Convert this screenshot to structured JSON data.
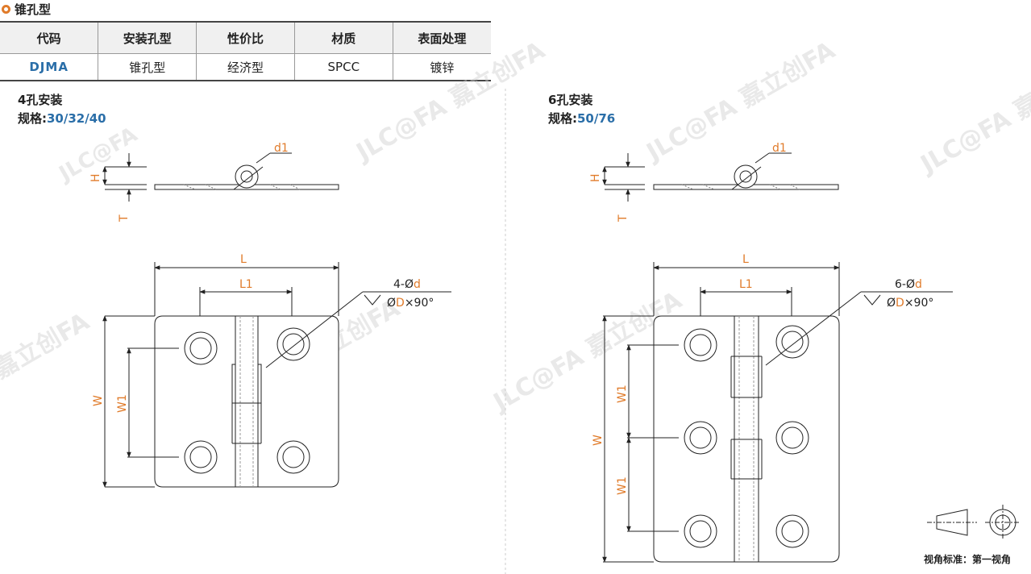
{
  "title": "锥孔型",
  "table": {
    "headers": [
      "代码",
      "安装孔型",
      "性价比",
      "材质",
      "表面处理"
    ],
    "row": [
      "DJMA",
      "锥孔型",
      "经济型",
      "SPCC",
      "镀锌"
    ]
  },
  "left_view": {
    "install": "4孔安装",
    "spec_label": "规格:",
    "spec_values": "30/32/40",
    "labels": {
      "d1": "d1",
      "H": "H",
      "T": "T",
      "L": "L",
      "L1": "L1",
      "W": "W",
      "W1": "W1"
    },
    "hole_note_count": "4-",
    "hole_note_d": "d",
    "countersink": "D",
    "angle": "×90°"
  },
  "right_view": {
    "install": "6孔安装",
    "spec_label": "规格:",
    "spec_values": "50/76",
    "labels": {
      "d1": "d1",
      "H": "H",
      "T": "T",
      "L": "L",
      "L1": "L1",
      "W": "W",
      "W1": "W1"
    },
    "hole_note_count": "6-",
    "hole_note_d": "d",
    "countersink": "D",
    "angle": "×90°"
  },
  "projection_note": "视角标准：第一视角",
  "watermark": "JLC@FA 嘉立创FA",
  "colors": {
    "accent": "#e07b2a",
    "blue": "#2a6ea8"
  }
}
